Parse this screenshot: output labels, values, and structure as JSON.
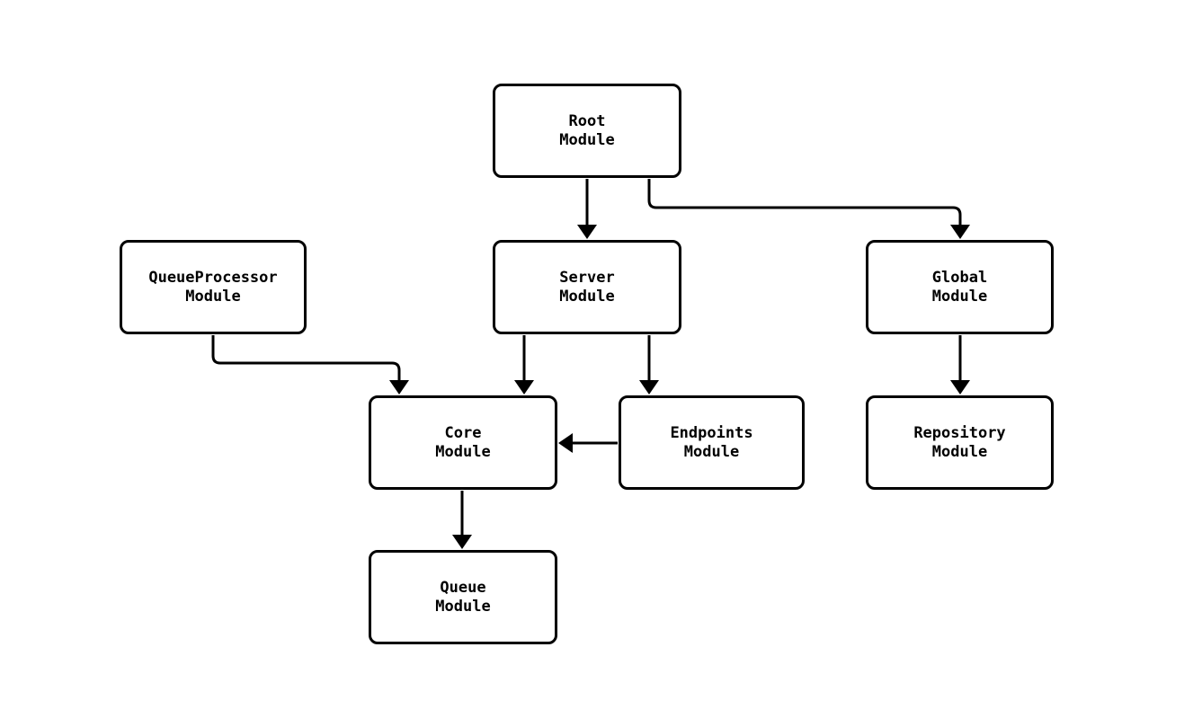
{
  "diagram": {
    "background_color": "#ffffff",
    "stroke_color": "#000000",
    "text_color": "#000000",
    "nodes": [
      {
        "id": "root",
        "line1": "Root",
        "line2": "Module"
      },
      {
        "id": "queueprocessor",
        "line1": "QueueProcessor",
        "line2": "Module"
      },
      {
        "id": "server",
        "line1": "Server",
        "line2": "Module"
      },
      {
        "id": "global",
        "line1": "Global",
        "line2": "Module"
      },
      {
        "id": "core",
        "line1": "Core",
        "line2": "Module"
      },
      {
        "id": "endpoints",
        "line1": "Endpoints",
        "line2": "Module"
      },
      {
        "id": "repository",
        "line1": "Repository",
        "line2": "Module"
      },
      {
        "id": "queue",
        "line1": "Queue",
        "line2": "Module"
      }
    ],
    "edges": [
      {
        "from": "Root Module",
        "to": "Server Module"
      },
      {
        "from": "Root Module",
        "to": "Global Module"
      },
      {
        "from": "QueueProcessor Module",
        "to": "Core Module"
      },
      {
        "from": "Server Module",
        "to": "Core Module"
      },
      {
        "from": "Server Module",
        "to": "Endpoints Module"
      },
      {
        "from": "Endpoints Module",
        "to": "Core Module"
      },
      {
        "from": "Global Module",
        "to": "Repository Module"
      },
      {
        "from": "Core Module",
        "to": "Queue Module"
      }
    ]
  }
}
